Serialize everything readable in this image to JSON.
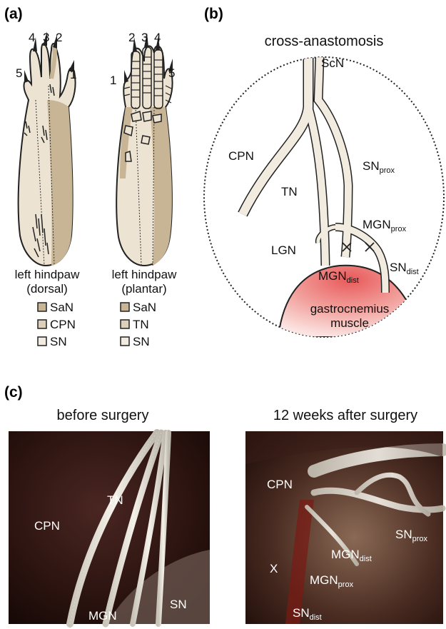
{
  "panel_a": {
    "label": "(a)",
    "paws": [
      {
        "caption_line1": "left hindpaw",
        "caption_line2": "(dorsal)",
        "digits": [
          "4",
          "3",
          "2",
          "5",
          "1"
        ],
        "legend": [
          "SaN",
          "CPN",
          "SN"
        ]
      },
      {
        "caption_line1": "left hindpaw",
        "caption_line2": "(plantar)",
        "digits": [
          "2",
          "3",
          "4",
          "1",
          "5"
        ],
        "legend": [
          "SaN",
          "TN",
          "SN"
        ]
      }
    ],
    "legend_colors": {
      "SaN": "#c7b596",
      "CPN": "#ddd0b8",
      "TN": "#ddd0b8",
      "SN": "#f2ece0"
    }
  },
  "panel_b": {
    "label": "(b)",
    "title": "cross-anastomosis",
    "nerves": {
      "ScN": "ScN",
      "CPN": "CPN",
      "TN": "TN",
      "SN_prox": {
        "base": "SN",
        "sub": "prox"
      },
      "MGN_prox": {
        "base": "MGN",
        "sub": "prox"
      },
      "SN_dist": {
        "base": "SN",
        "sub": "dist"
      },
      "LGN": "LGN",
      "MGN_dist": {
        "base": "MGN",
        "sub": "dist"
      }
    },
    "muscle_line1": "gastrocnemius",
    "muscle_line2": "muscle"
  },
  "panel_c": {
    "label": "(c)",
    "photos": [
      {
        "title": "before surgery",
        "labels": [
          "CPN",
          "TN",
          "MGN",
          "SN"
        ]
      },
      {
        "title": "12 weeks after surgery",
        "labels": {
          "CPN": "CPN",
          "SN_prox": {
            "base": "SN",
            "sub": "prox"
          },
          "MGN_dist": {
            "base": "MGN",
            "sub": "dist"
          },
          "x": "X",
          "MGN_prox": {
            "base": "MGN",
            "sub": "prox"
          },
          "SN_dist": {
            "base": "SN",
            "sub": "dist"
          }
        }
      }
    ]
  }
}
